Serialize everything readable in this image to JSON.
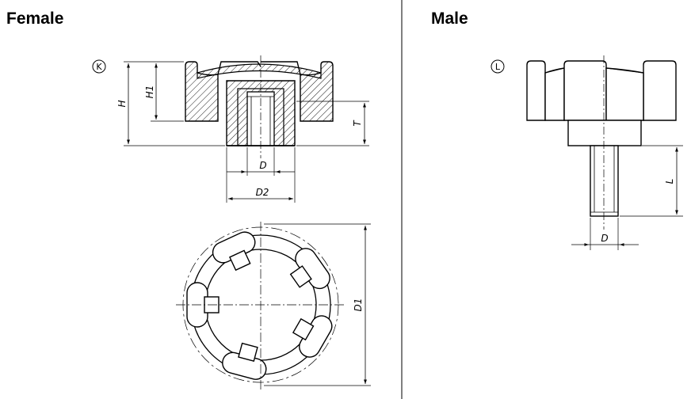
{
  "sections": {
    "female": {
      "title": "Female",
      "variant_mark": "K"
    },
    "male": {
      "title": "Male",
      "variant_mark": "L"
    }
  },
  "dimensions": {
    "H": "H",
    "H1": "H1",
    "T": "T",
    "D": "D",
    "D2": "D2",
    "D1": "D1",
    "L": "L",
    "D_male": "D"
  }
}
